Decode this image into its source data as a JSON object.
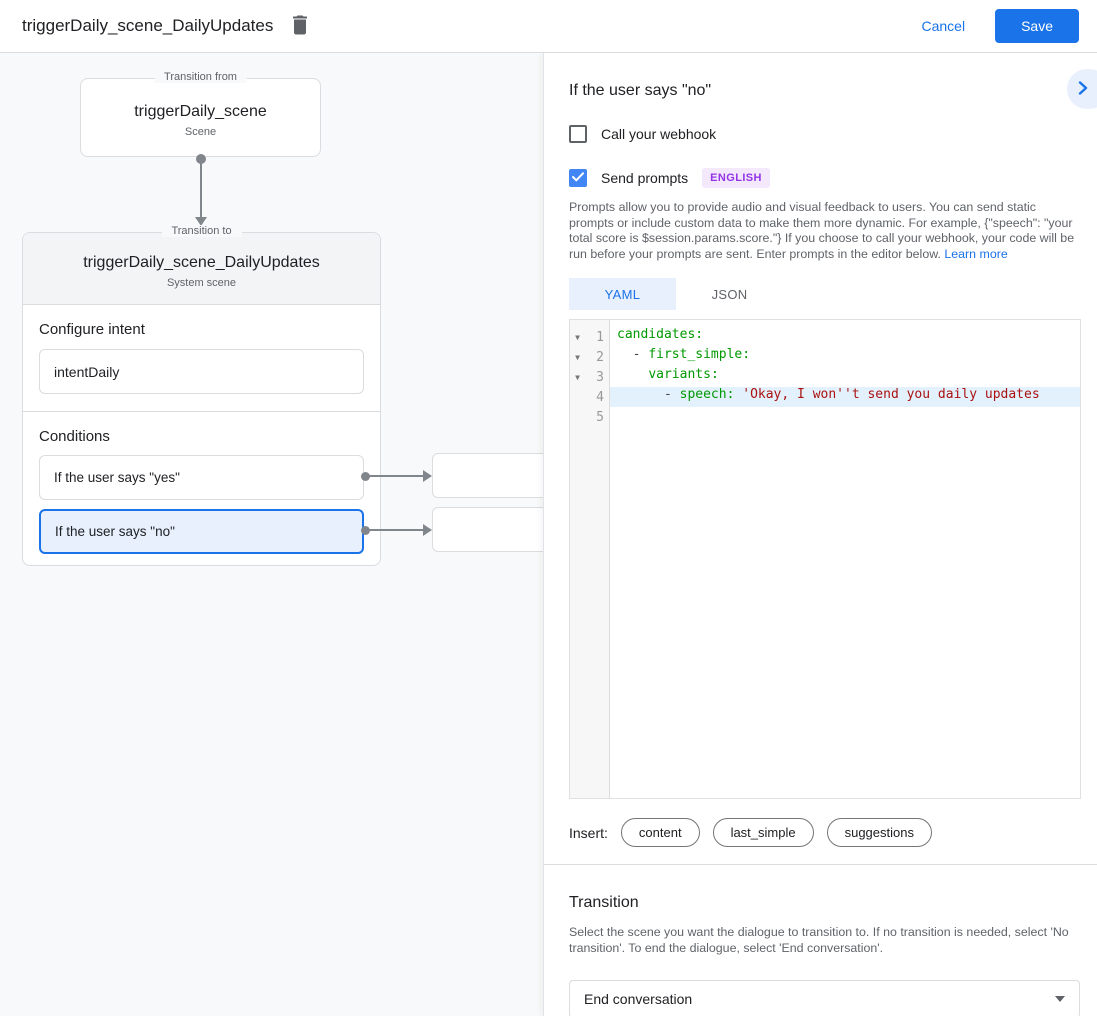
{
  "header": {
    "title": "triggerDaily_scene_DailyUpdates",
    "cancel": "Cancel",
    "save": "Save"
  },
  "canvas": {
    "from_box": {
      "legend": "Transition from",
      "title": "triggerDaily_scene",
      "subtitle": "Scene"
    },
    "to_box": {
      "legend": "Transition to",
      "title": "triggerDaily_scene_DailyUpdates",
      "subtitle": "System scene",
      "intent_label": "Configure intent",
      "intent_value": "intentDaily",
      "conditions_label": "Conditions",
      "conditions": [
        {
          "label": "If the user says \"yes\""
        },
        {
          "label": "If the user says \"no\""
        }
      ]
    }
  },
  "panel": {
    "title": "If the user says \"no\"",
    "webhook_label": "Call your webhook",
    "prompts_label": "Send prompts",
    "language_badge": "ENGLISH",
    "description": "Prompts allow you to provide audio and visual feedback to users. You can send static prompts or include custom data to make them more dynamic. For example, {\"speech\": \"your total score is $session.params.score.\"} If you choose to call your webhook, your code will be run before your prompts are sent. Enter prompts in the editor below. ",
    "learn_more": "Learn more",
    "tabs": {
      "yaml": "YAML",
      "json": "JSON"
    },
    "editor": {
      "lines": [
        {
          "number": "1",
          "fold": "▼",
          "indent": "",
          "dash": "",
          "key": "candidates",
          "colon": ":",
          "string": ""
        },
        {
          "number": "2",
          "fold": "▼",
          "indent": "  ",
          "dash": "- ",
          "key": "first_simple",
          "colon": ":",
          "string": ""
        },
        {
          "number": "3",
          "fold": "▼",
          "indent": "    ",
          "dash": "",
          "key": "variants",
          "colon": ":",
          "string": ""
        },
        {
          "number": "4",
          "fold": "",
          "indent": "      ",
          "dash": "- ",
          "key": "speech",
          "colon": ": ",
          "string": "'Okay, I won''t send you daily updates"
        },
        {
          "number": "5",
          "fold": "",
          "indent": "",
          "dash": "",
          "key": "",
          "colon": "",
          "string": ""
        }
      ]
    },
    "insert_label": "Insert:",
    "chips": [
      "content",
      "last_simple",
      "suggestions"
    ],
    "transition": {
      "heading": "Transition",
      "description": "Select the scene you want the dialogue to transition to. If no transition is needed, select 'No transition'. To end the dialogue, select 'End conversation'.",
      "value": "End conversation"
    }
  },
  "colors": {
    "accent_blue": "#1a73e8",
    "checkbox_blue": "#4285f4",
    "light_blue": "#e8f0fe",
    "badge_purple_text": "#9334e6",
    "badge_purple_bg": "#f4e8fd",
    "code_key_green": "#009900",
    "code_string_red": "#aa1111",
    "line_highlight": "#e3f1fd",
    "border_gray": "#dadce0",
    "text_gray": "#5f6368"
  }
}
